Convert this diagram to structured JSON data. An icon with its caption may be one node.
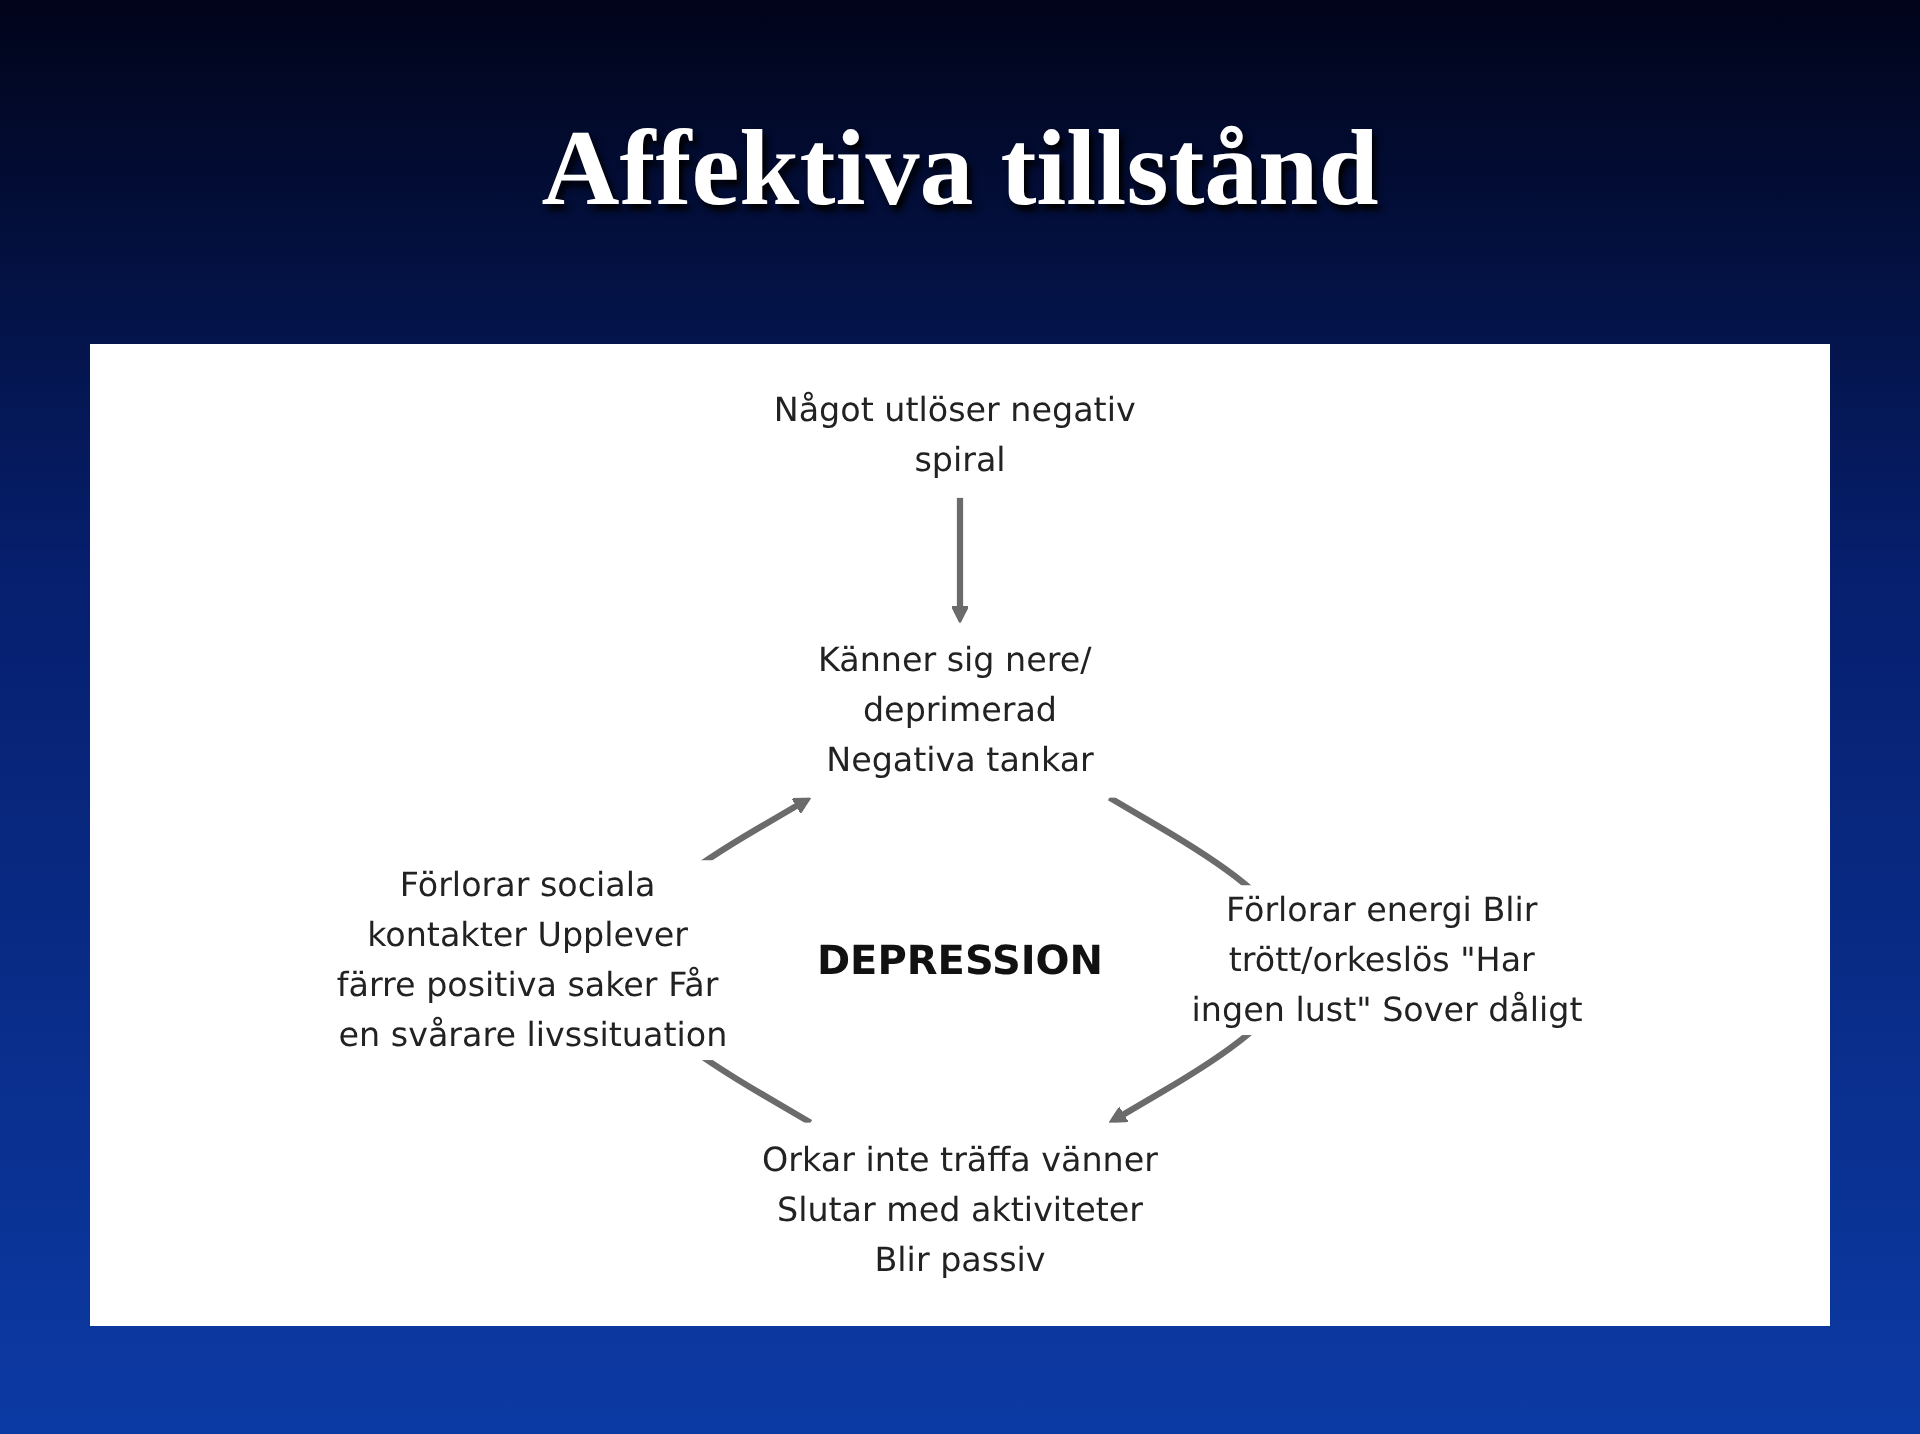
{
  "diagram": {
    "title": "Affektiva tillstånd",
    "nodes": [
      {
        "text": [
          "Något utlöser negativ spiral"
        ]
      },
      {
        "text": [
          "Känner sig nere/ deprimerad",
          "Negativa tankar"
        ]
      },
      {
        "text": [
          "Orkar inte träffa vänner",
          "Slutar med aktiviteter",
          "Blir passiv"
        ]
      }
    ],
    "edges": [
      {
        "from": 0,
        "to": 1,
        "arrow": "to"
      },
      {
        "from": 1,
        "to": 2,
        "arrow": "to",
        "label": "Förlorar energi Blir trött/orkeslös \"Har ingen lust\" Sover dåligt"
      },
      {
        "from": 2,
        "to": 1,
        "arrow": "to",
        "label": "Förlorar sociala kontakter Upplever färre positiva saker Får en svårare livssituation"
      }
    ],
    "labels": [
      "DEPRESSION"
    ]
  }
}
